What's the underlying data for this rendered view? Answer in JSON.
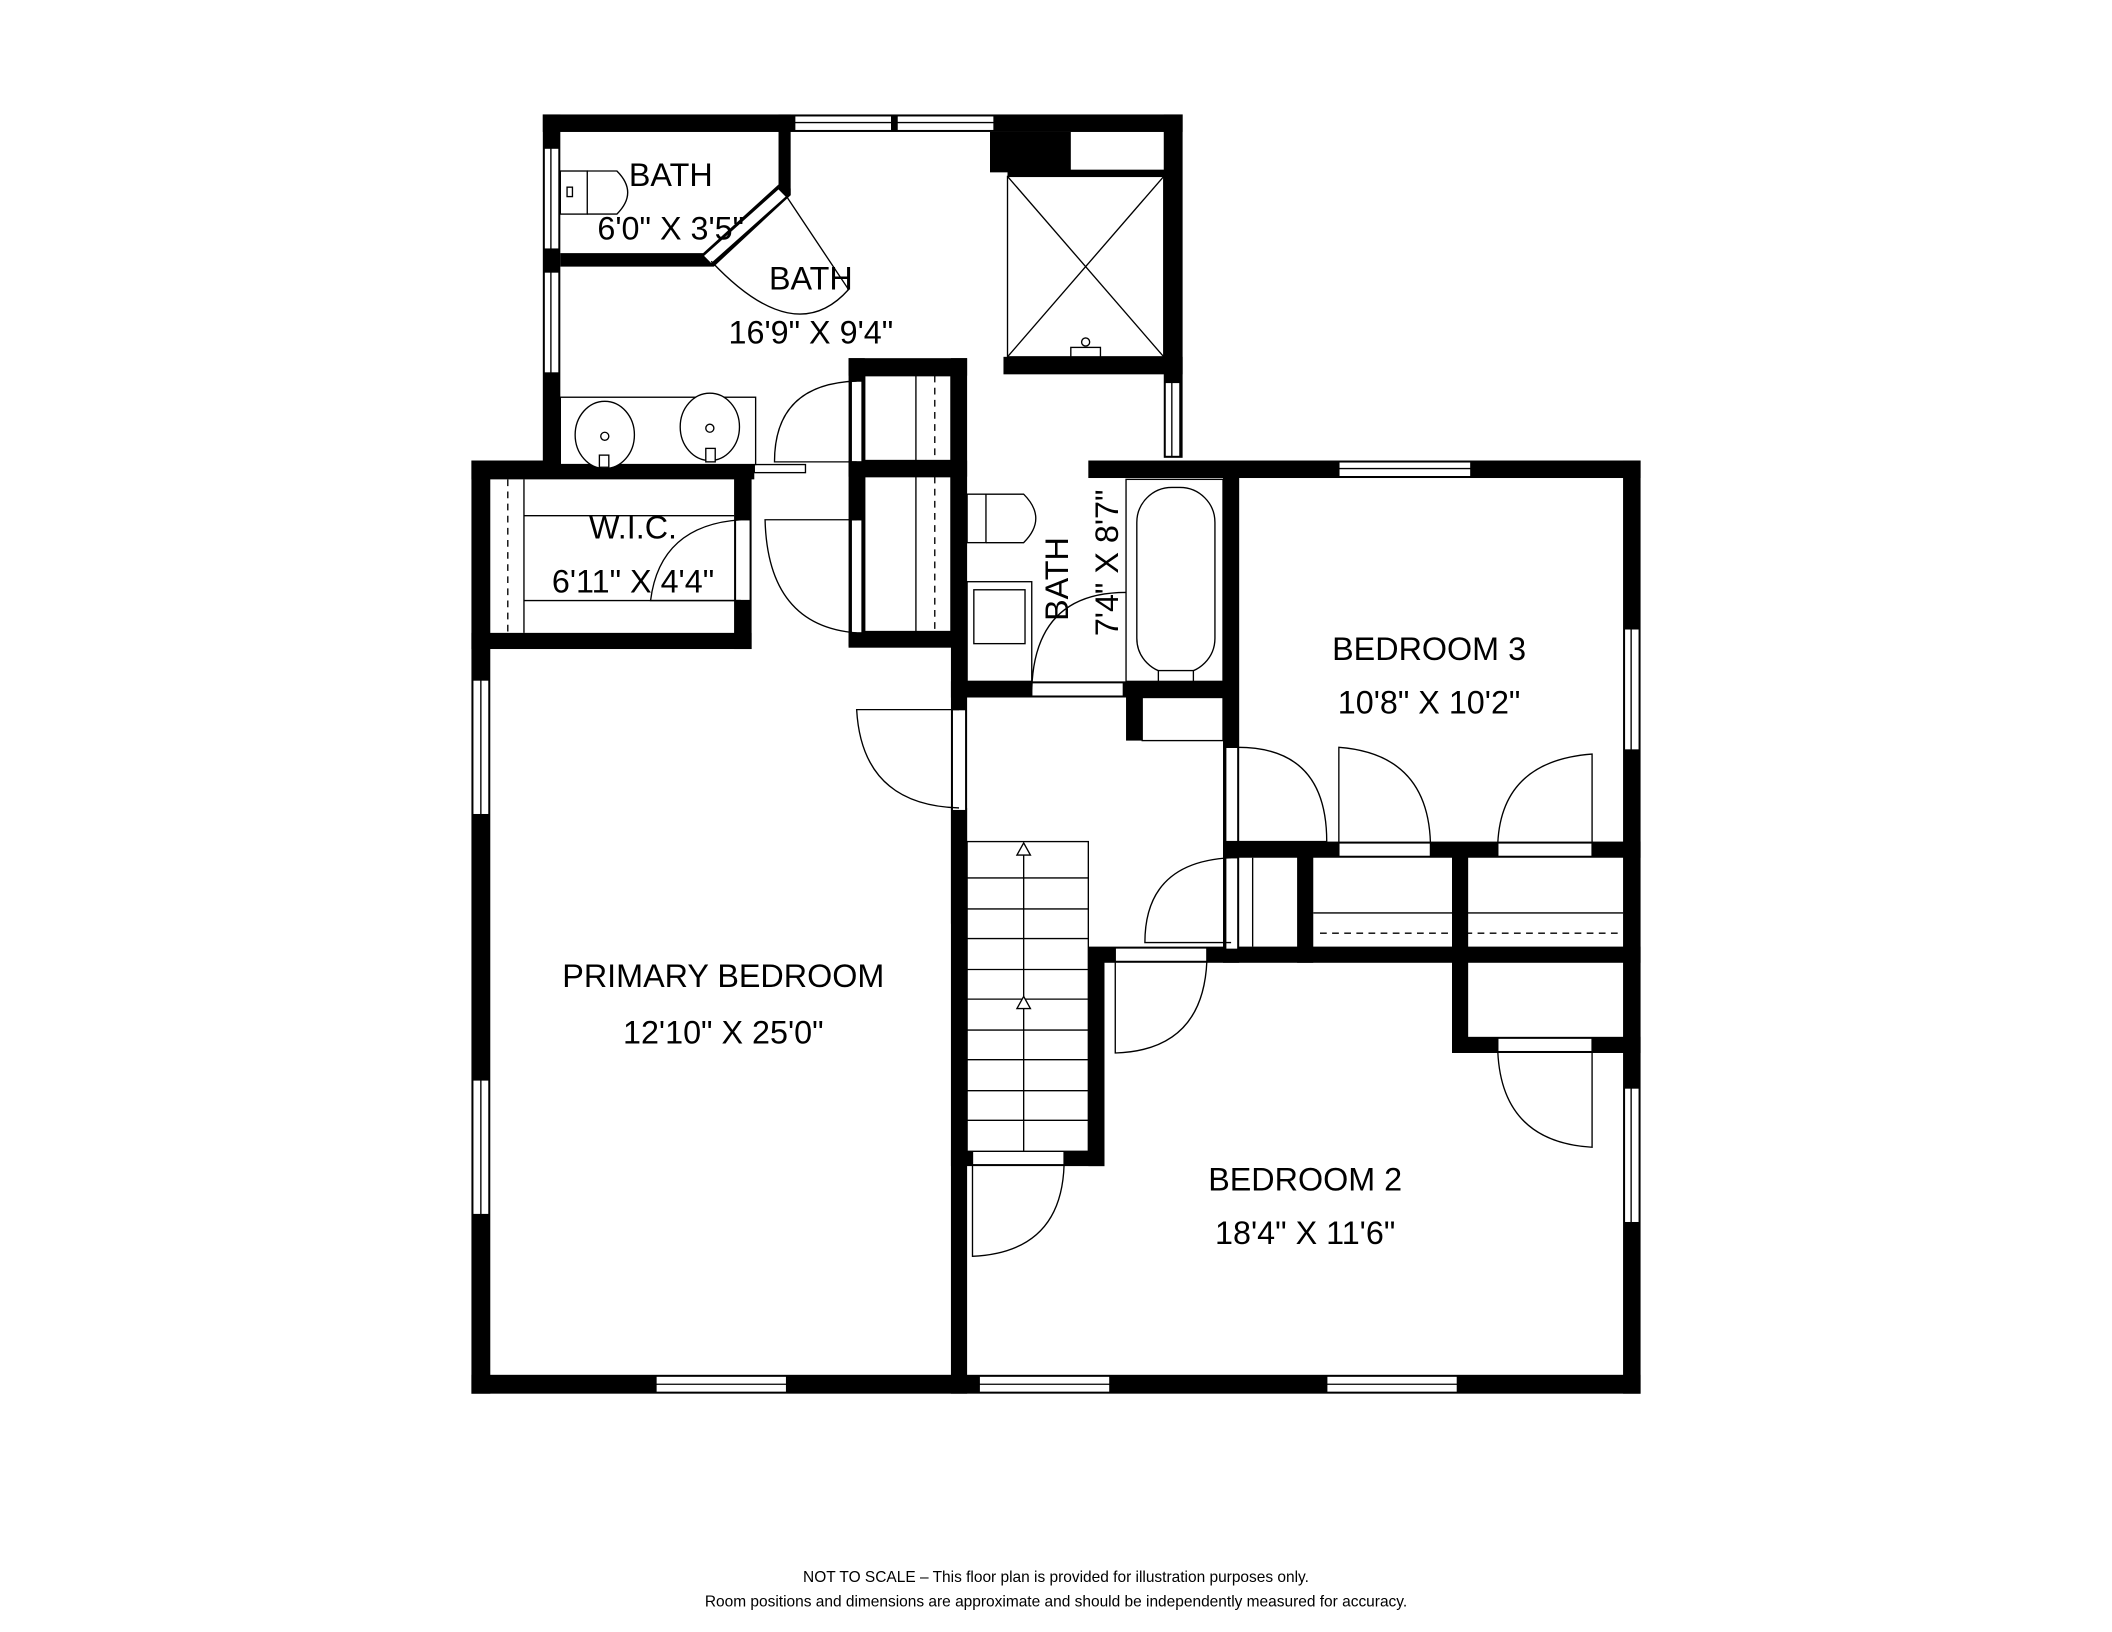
{
  "floor_plan": {
    "rooms": [
      {
        "name": "BATH",
        "dimensions": "6'0\" X 3'5\""
      },
      {
        "name": "BATH",
        "dimensions": "16'9\" X 9'4\""
      },
      {
        "name": "W.I.C.",
        "dimensions": "6'11\" X 4'4\""
      },
      {
        "name": "BATH",
        "dimensions": "7'4\" X 8'7\""
      },
      {
        "name": "BEDROOM 3",
        "dimensions": "10'8\" X 10'2\""
      },
      {
        "name": "PRIMARY BEDROOM",
        "dimensions": "12'10\" X 25'0\""
      },
      {
        "name": "BEDROOM 2",
        "dimensions": "18'4\" X 11'6\""
      }
    ],
    "disclaimer": {
      "line1": "NOT TO SCALE – This floor plan is provided for illustration purposes only.",
      "line2": "Room positions and dimensions are approximate and should be independently measured for accuracy."
    },
    "colors": {
      "wall": "#000000",
      "background": "#ffffff"
    }
  }
}
